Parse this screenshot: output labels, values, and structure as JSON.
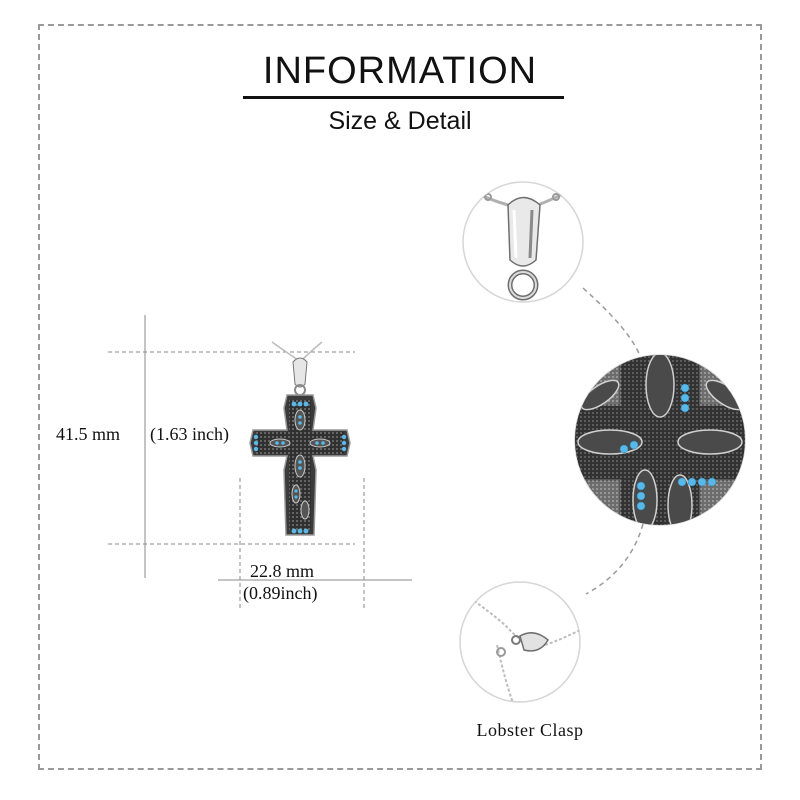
{
  "heading": {
    "title": "INFORMATION",
    "subtitle": "Size & Detail"
  },
  "dimensions": {
    "height_mm": "41.5 mm",
    "height_inch": "(1.63 inch)",
    "width_mm": "22.8 mm",
    "width_inch": "(0.89inch)"
  },
  "details": {
    "clasp_caption": "Lobster  Clasp"
  },
  "colors": {
    "stone_blue": "#58b8e8",
    "oxidized_silver": "#3a3a3a",
    "silver": "#d8d8d8",
    "frame_dash": "#9a9a9a"
  },
  "icons": {
    "product": "cross-pendant",
    "detail_1": "bail-closeup",
    "detail_2": "cross-center-closeup",
    "detail_3": "lobster-clasp-closeup"
  }
}
